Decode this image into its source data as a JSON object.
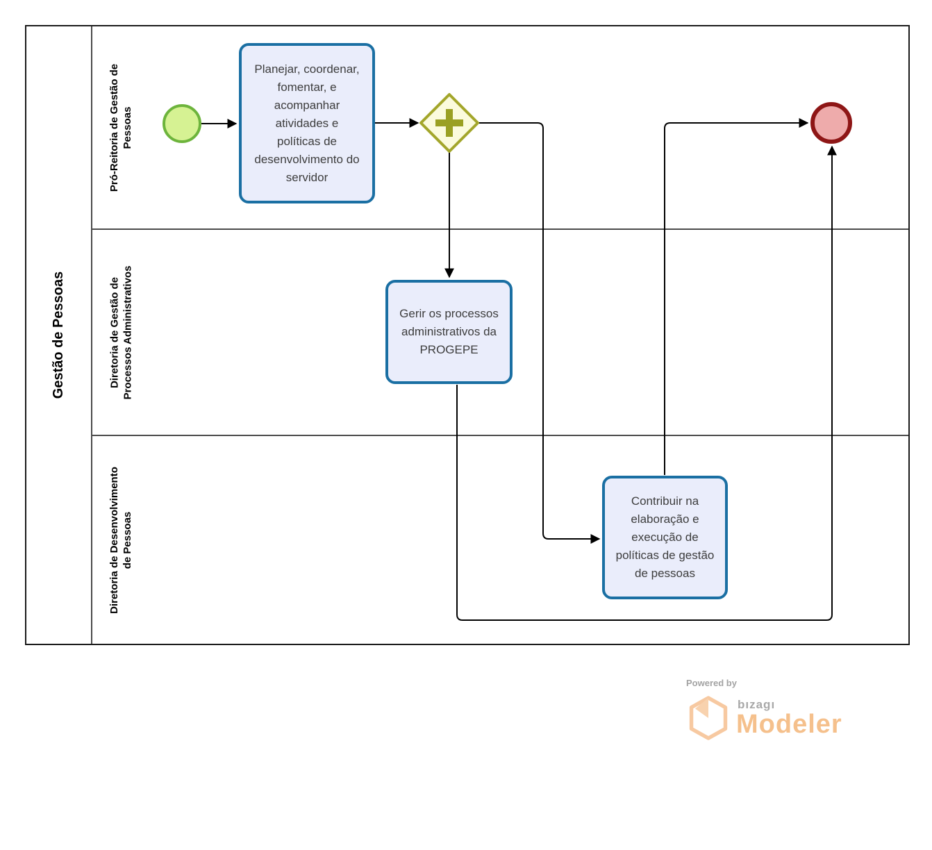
{
  "pool": {
    "title": "Gestão de Pessoas"
  },
  "lanes": [
    {
      "label": "Pró-Reitoria de Gestão de Pessoas",
      "lines": [
        "Pró-Reitoria de Gestão de",
        "Pessoas"
      ]
    },
    {
      "label": "Diretoria de Gestão de Processos Administrativos",
      "lines": [
        "Diretoria de Gestão de",
        "Processos Administrativos"
      ]
    },
    {
      "label": "Diretoria de Desenvolvimento de Pessoas",
      "lines": [
        "Diretoria de Desenvolvimento",
        "de Pessoas"
      ]
    }
  ],
  "nodes": {
    "start_event": {
      "type": "start-event"
    },
    "task_planejar": {
      "label": "Planejar, coordenar, fomentar, e acompanhar atividades e políticas de desenvolvimento do servidor",
      "lane": "Pró-Reitoria de Gestão de Pessoas"
    },
    "gateway_parallel": {
      "type": "parallel-gateway"
    },
    "task_gerir": {
      "label": "Gerir os processos administrativos da PROGEPE",
      "lane": "Diretoria de Gestão de Processos Administrativos"
    },
    "task_contribuir": {
      "label": "Contribuir na elaboração e execução de políticas de gestão de pessoas",
      "lane": "Diretoria de Desenvolvimento de Pessoas"
    },
    "end_event": {
      "type": "end-event"
    }
  },
  "flows": [
    {
      "from": "start_event",
      "to": "task_planejar"
    },
    {
      "from": "task_planejar",
      "to": "gateway_parallel"
    },
    {
      "from": "gateway_parallel",
      "to": "task_gerir"
    },
    {
      "from": "gateway_parallel",
      "to": "task_contribuir"
    },
    {
      "from": "task_contribuir",
      "to": "end_event"
    },
    {
      "from": "task_gerir",
      "to": "end_event"
    }
  ],
  "colors": {
    "task_border": "#1a6fa3",
    "task_fill": "#eaedfb",
    "gateway_border": "#a3a62b",
    "gateway_fill": "#fbfbdd",
    "gateway_symbol": "#9aa023",
    "start_border": "#6db43c",
    "start_fill": "#d6f293",
    "end_border": "#8e1616",
    "end_fill": "#eeabab",
    "flow_line": "#000000",
    "logo_orange": "#f5c08c",
    "logo_gray": "#a3a3a3"
  },
  "footer": {
    "powered_by": "Powered by",
    "brand": "bızagı",
    "product": "Modeler"
  }
}
